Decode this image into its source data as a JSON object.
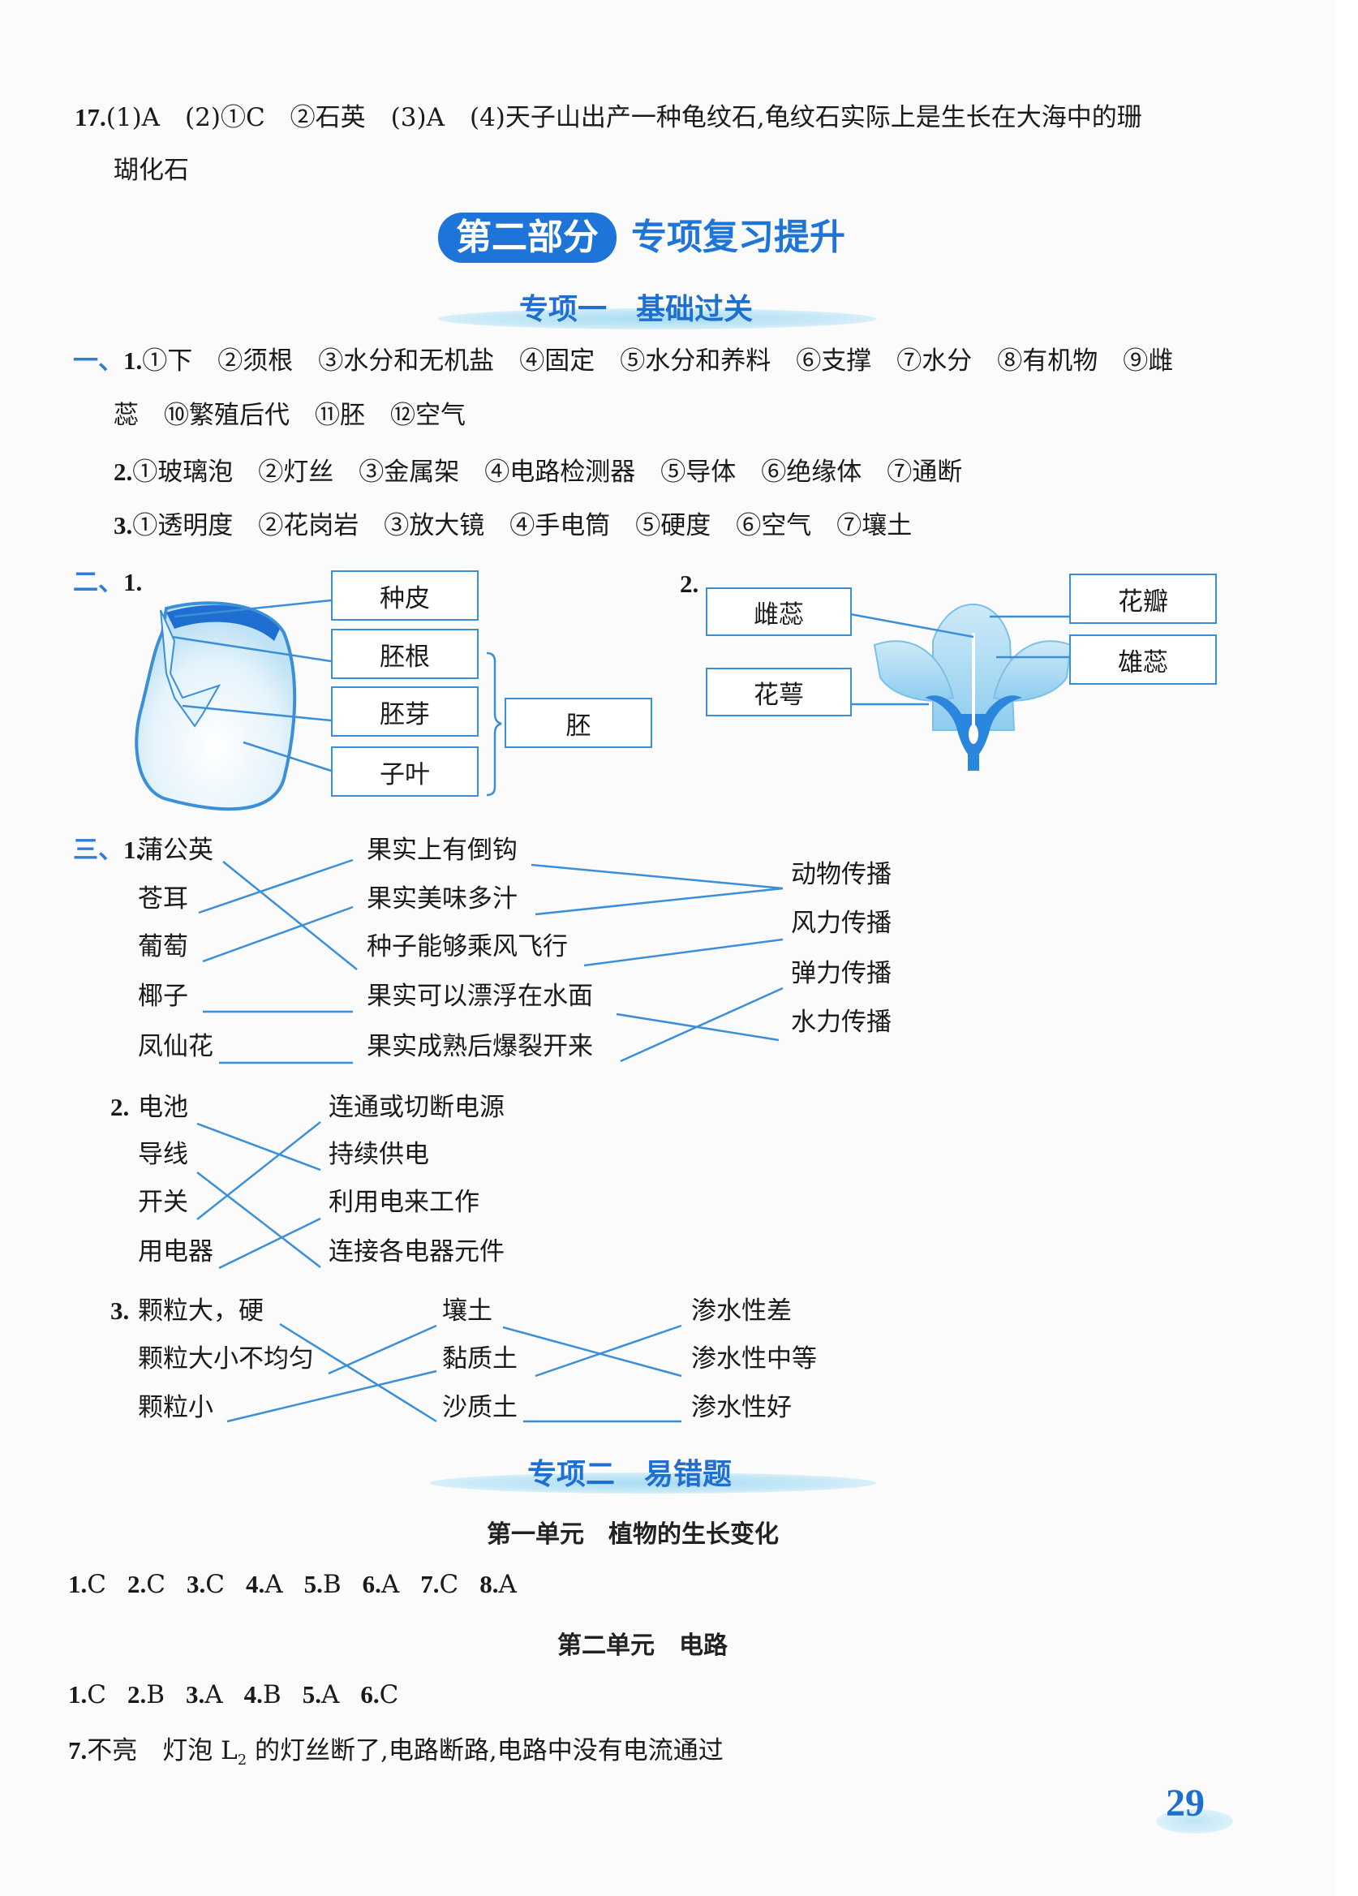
{
  "q17": {
    "label": "17.",
    "line1": "(1)A　(2)①C　②石英　(3)A　(4)天子山出产一种龟纹石,龟纹石实际上是生长在大海中的珊",
    "line2": "瑚化石"
  },
  "part_banner": {
    "pill": "第二部分",
    "title": "专项复习提升"
  },
  "section1": {
    "title": "专项一　基础过关",
    "part1": {
      "prefix": "一、",
      "q1_label": "1.",
      "q1_line1": "①下　②须根　③水分和无机盐　④固定　⑤水分和养料　⑥支撑　⑦水分　⑧有机物　⑨雌",
      "q1_line2": "蕊　⑩繁殖后代　⑪胚　⑫空气",
      "q2_label": "2.",
      "q2_text": "①玻璃泡　②灯丝　③金属架　④电路检测器　⑤导体　⑥绝缘体　⑦通断",
      "q3_label": "3.",
      "q3_text": "①透明度　②花岗岩　③放大镜　④手电筒　⑤硬度　⑥空气　⑦壤土"
    },
    "part2": {
      "prefix": "二、",
      "q1_label": "1.",
      "seed_labels": [
        "种皮",
        "胚根",
        "胚芽",
        "子叶"
      ],
      "embryo_label": "胚",
      "q2_label": "2.",
      "flower_labels_left": [
        "雌蕊",
        "花萼"
      ],
      "flower_labels_right": [
        "花瓣",
        "雄蕊"
      ]
    },
    "part3": {
      "prefix": "三、",
      "q1": {
        "label": "1.",
        "plants": [
          "蒲公英",
          "苍耳",
          "葡萄",
          "椰子",
          "凤仙花"
        ],
        "features": [
          "果实上有倒钩",
          "果实美味多汁",
          "种子能够乘风飞行",
          "果实可以漂浮在水面",
          "果实成熟后爆裂开来"
        ],
        "methods": [
          "动物传播",
          "风力传播",
          "弹力传播",
          "水力传播"
        ]
      },
      "q2": {
        "label": "2.",
        "parts": [
          "电池",
          "导线",
          "开关",
          "用电器"
        ],
        "functions": [
          "连通或切断电源",
          "持续供电",
          "利用电来工作",
          "连接各电器元件"
        ]
      },
      "q3": {
        "label": "3.",
        "features": [
          "颗粒大，硬",
          "颗粒大小不均匀",
          "颗粒小"
        ],
        "soils": [
          "壤土",
          "黏质土",
          "沙质土"
        ],
        "permeability": [
          "渗水性差",
          "渗水性中等",
          "渗水性好"
        ]
      }
    }
  },
  "section2": {
    "title": "专项二　易错题",
    "unit1": {
      "title": "第一单元　植物的生长变化",
      "answers": [
        {
          "n": "1.",
          "a": "C"
        },
        {
          "n": "2.",
          "a": "C"
        },
        {
          "n": "3.",
          "a": "C"
        },
        {
          "n": "4.",
          "a": "A"
        },
        {
          "n": "5.",
          "a": "B"
        },
        {
          "n": "6.",
          "a": "A"
        },
        {
          "n": "7.",
          "a": "C"
        },
        {
          "n": "8.",
          "a": "A"
        }
      ]
    },
    "unit2": {
      "title": "第二单元　电路",
      "answers": [
        {
          "n": "1.",
          "a": "C"
        },
        {
          "n": "2.",
          "a": "B"
        },
        {
          "n": "3.",
          "a": "A"
        },
        {
          "n": "4.",
          "a": "B"
        },
        {
          "n": "5.",
          "a": "A"
        },
        {
          "n": "6.",
          "a": "C"
        }
      ],
      "q7_label": "7.",
      "q7_pre": "不亮　灯泡 L",
      "q7_sub": "2",
      "q7_post": " 的灯丝断了,电路断路,电路中没有电流通过"
    }
  },
  "page_number": "29",
  "colors": {
    "accent_blue": "#1f74d9",
    "line_blue": "#3b8fd8",
    "glow_blue": "#bfe5f6"
  }
}
